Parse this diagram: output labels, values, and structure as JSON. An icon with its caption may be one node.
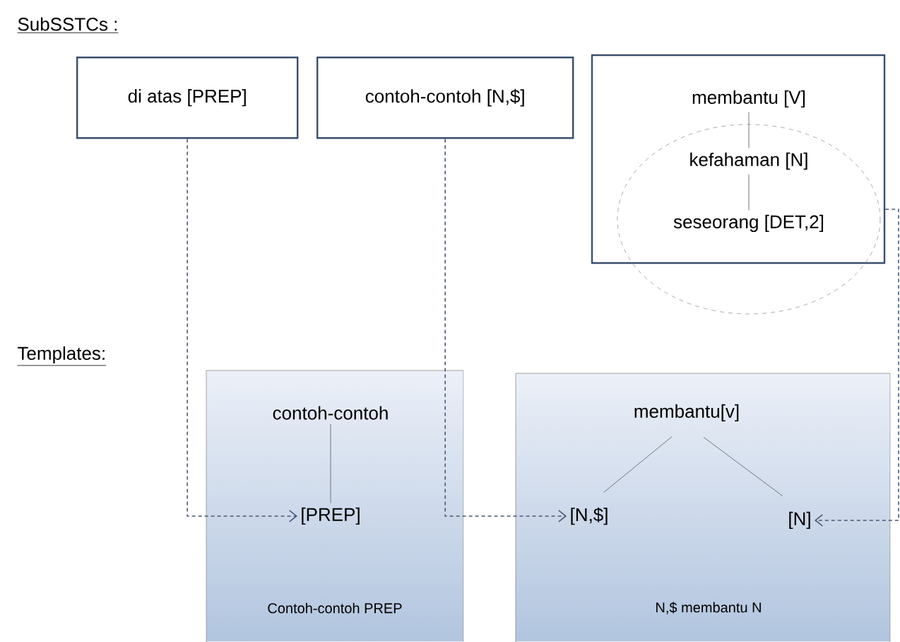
{
  "diagram": {
    "nodes": [
      {
        "text": [
          "di atas [PREP]"
        ]
      },
      {
        "text": [
          "contoh-contoh [N,$]"
        ]
      },
      {
        "text": [],
        "shape": "box"
      },
      {
        "text": [
          "membantu [V]"
        ],
        "in": 2
      },
      {
        "text": [
          "kefahaman [N]"
        ],
        "in": 2
      },
      {
        "text": [
          "seseorang [DET,2]"
        ],
        "in": 2
      },
      {
        "text": [
          "Contoh-contoh PREP"
        ]
      },
      {
        "text": [
          "contoh-contoh"
        ],
        "in": 6
      },
      {
        "text": [
          "[PREP]"
        ],
        "in": 6
      },
      {
        "text": [
          "N,$ membantu N"
        ]
      },
      {
        "text": [
          "membantu[v]"
        ],
        "in": 9
      },
      {
        "text": [
          "[N,$]"
        ],
        "in": 9
      },
      {
        "text": [
          "[N]"
        ],
        "in": 9
      }
    ],
    "edges": [
      {
        "from": 3,
        "to": 4,
        "arrow": "none"
      },
      {
        "from": 4,
        "to": 5,
        "arrow": "none"
      },
      {
        "from": 7,
        "to": 8,
        "arrow": "none"
      },
      {
        "from": 10,
        "to": 11,
        "arrow": "none"
      },
      {
        "from": 10,
        "to": 12,
        "arrow": "none"
      },
      {
        "from": 0,
        "to": 8,
        "arrow": "to",
        "style": "dashed",
        "color": "#4a5874"
      },
      {
        "from": 1,
        "to": 11,
        "arrow": "to",
        "style": "dashed",
        "color": "#4a5874"
      },
      {
        "from": 2,
        "to": 12,
        "arrow": "to",
        "style": "dashed",
        "color": "#4a5874"
      }
    ],
    "labels": [
      "SubSSTCs :",
      "Templates:"
    ]
  }
}
